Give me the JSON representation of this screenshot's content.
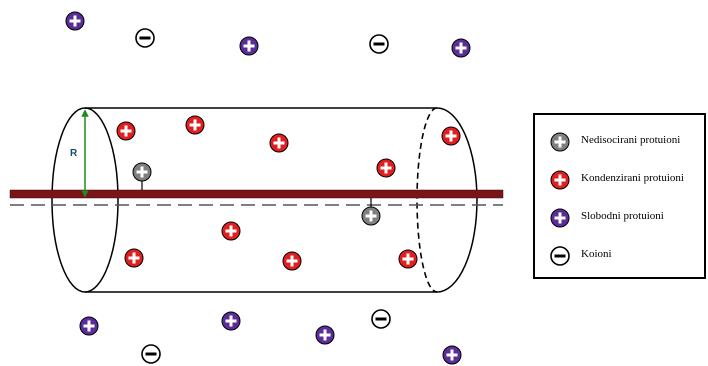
{
  "labels": {
    "radius": "R"
  },
  "legend": {
    "items": [
      {
        "key": "gray",
        "label": "Nedisocirani protuioni",
        "color": "#7f7f7f",
        "glyph": "plus"
      },
      {
        "key": "red",
        "label": "Kondenzirani protuioni",
        "color": "#e02020",
        "glyph": "plus"
      },
      {
        "key": "purple",
        "label": "Slobodni protuioni",
        "color": "#5b2d9a",
        "glyph": "plus"
      },
      {
        "key": "coion",
        "label": "Koioni",
        "color": "#ffffff",
        "glyph": "minus"
      }
    ]
  },
  "colors": {
    "rod": "#7a1418",
    "radius_arrow": "#1f8a1f",
    "dashed_axis": "#555555"
  }
}
